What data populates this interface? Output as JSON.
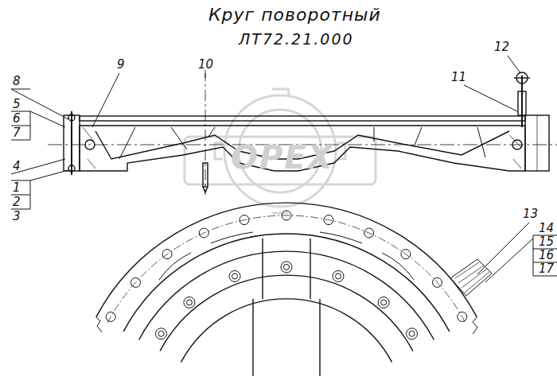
{
  "diagram": {
    "title": "Круг поворотный",
    "labels": [
      "ЛТ72.21.000",
      "8",
      "5",
      "6",
      "7",
      "4",
      "1",
      "2",
      "3",
      "9",
      "10",
      "12",
      "11",
      "13",
      "14",
      "15",
      "16",
      "17",
      "OPEX"
    ]
  }
}
